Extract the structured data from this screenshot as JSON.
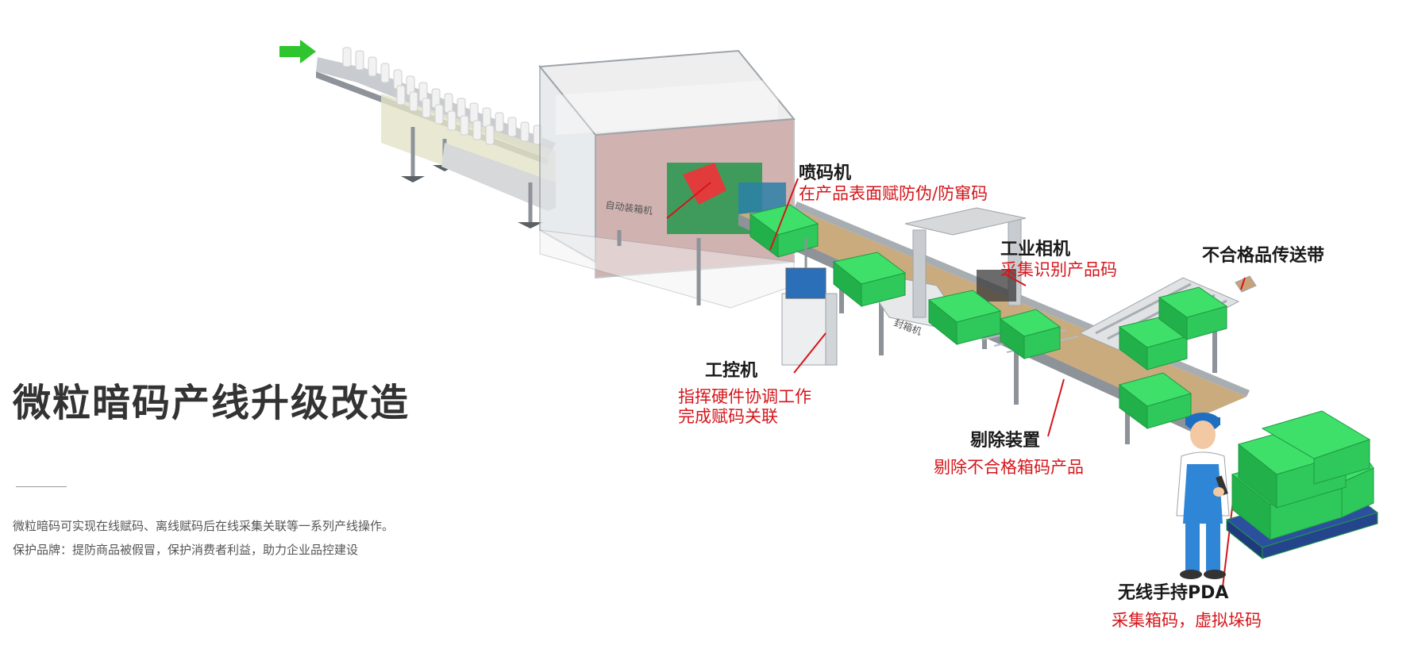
{
  "page": {
    "title": "微粒暗码产线升级改造",
    "desc_line1": "微粒暗码可实现在线赋码、离线赋码后在线采集关联等一系列产线操作。",
    "desc_line2": "保护品牌：提防商品被假冒，保护消费者利益，助力企业品控建设"
  },
  "machines": {
    "packer": "自动装箱机",
    "sealer": "封箱机"
  },
  "labels": {
    "inkjet": {
      "name": "喷码机",
      "desc": "在产品表面赋防伪/防窜码"
    },
    "camera": {
      "name": "工业相机",
      "desc": "采集识别产品码"
    },
    "reject_belt": {
      "name": "不合格品传送带"
    },
    "ipc": {
      "name": "工控机",
      "desc1": "指挥硬件协调工作",
      "desc2": "完成赋码关联"
    },
    "rejector": {
      "name": "剔除装置",
      "desc": "剔除不合格箱码产品"
    },
    "pda": {
      "name": "无线手持PDA",
      "desc": "采集箱码，虚拟垛码"
    }
  },
  "colors": {
    "box_green": "#3ee06a",
    "box_dark": "#22b04a",
    "label_red": "#d5161b",
    "arrow_green": "#2ec52e",
    "belt": "#c9ab7e"
  }
}
